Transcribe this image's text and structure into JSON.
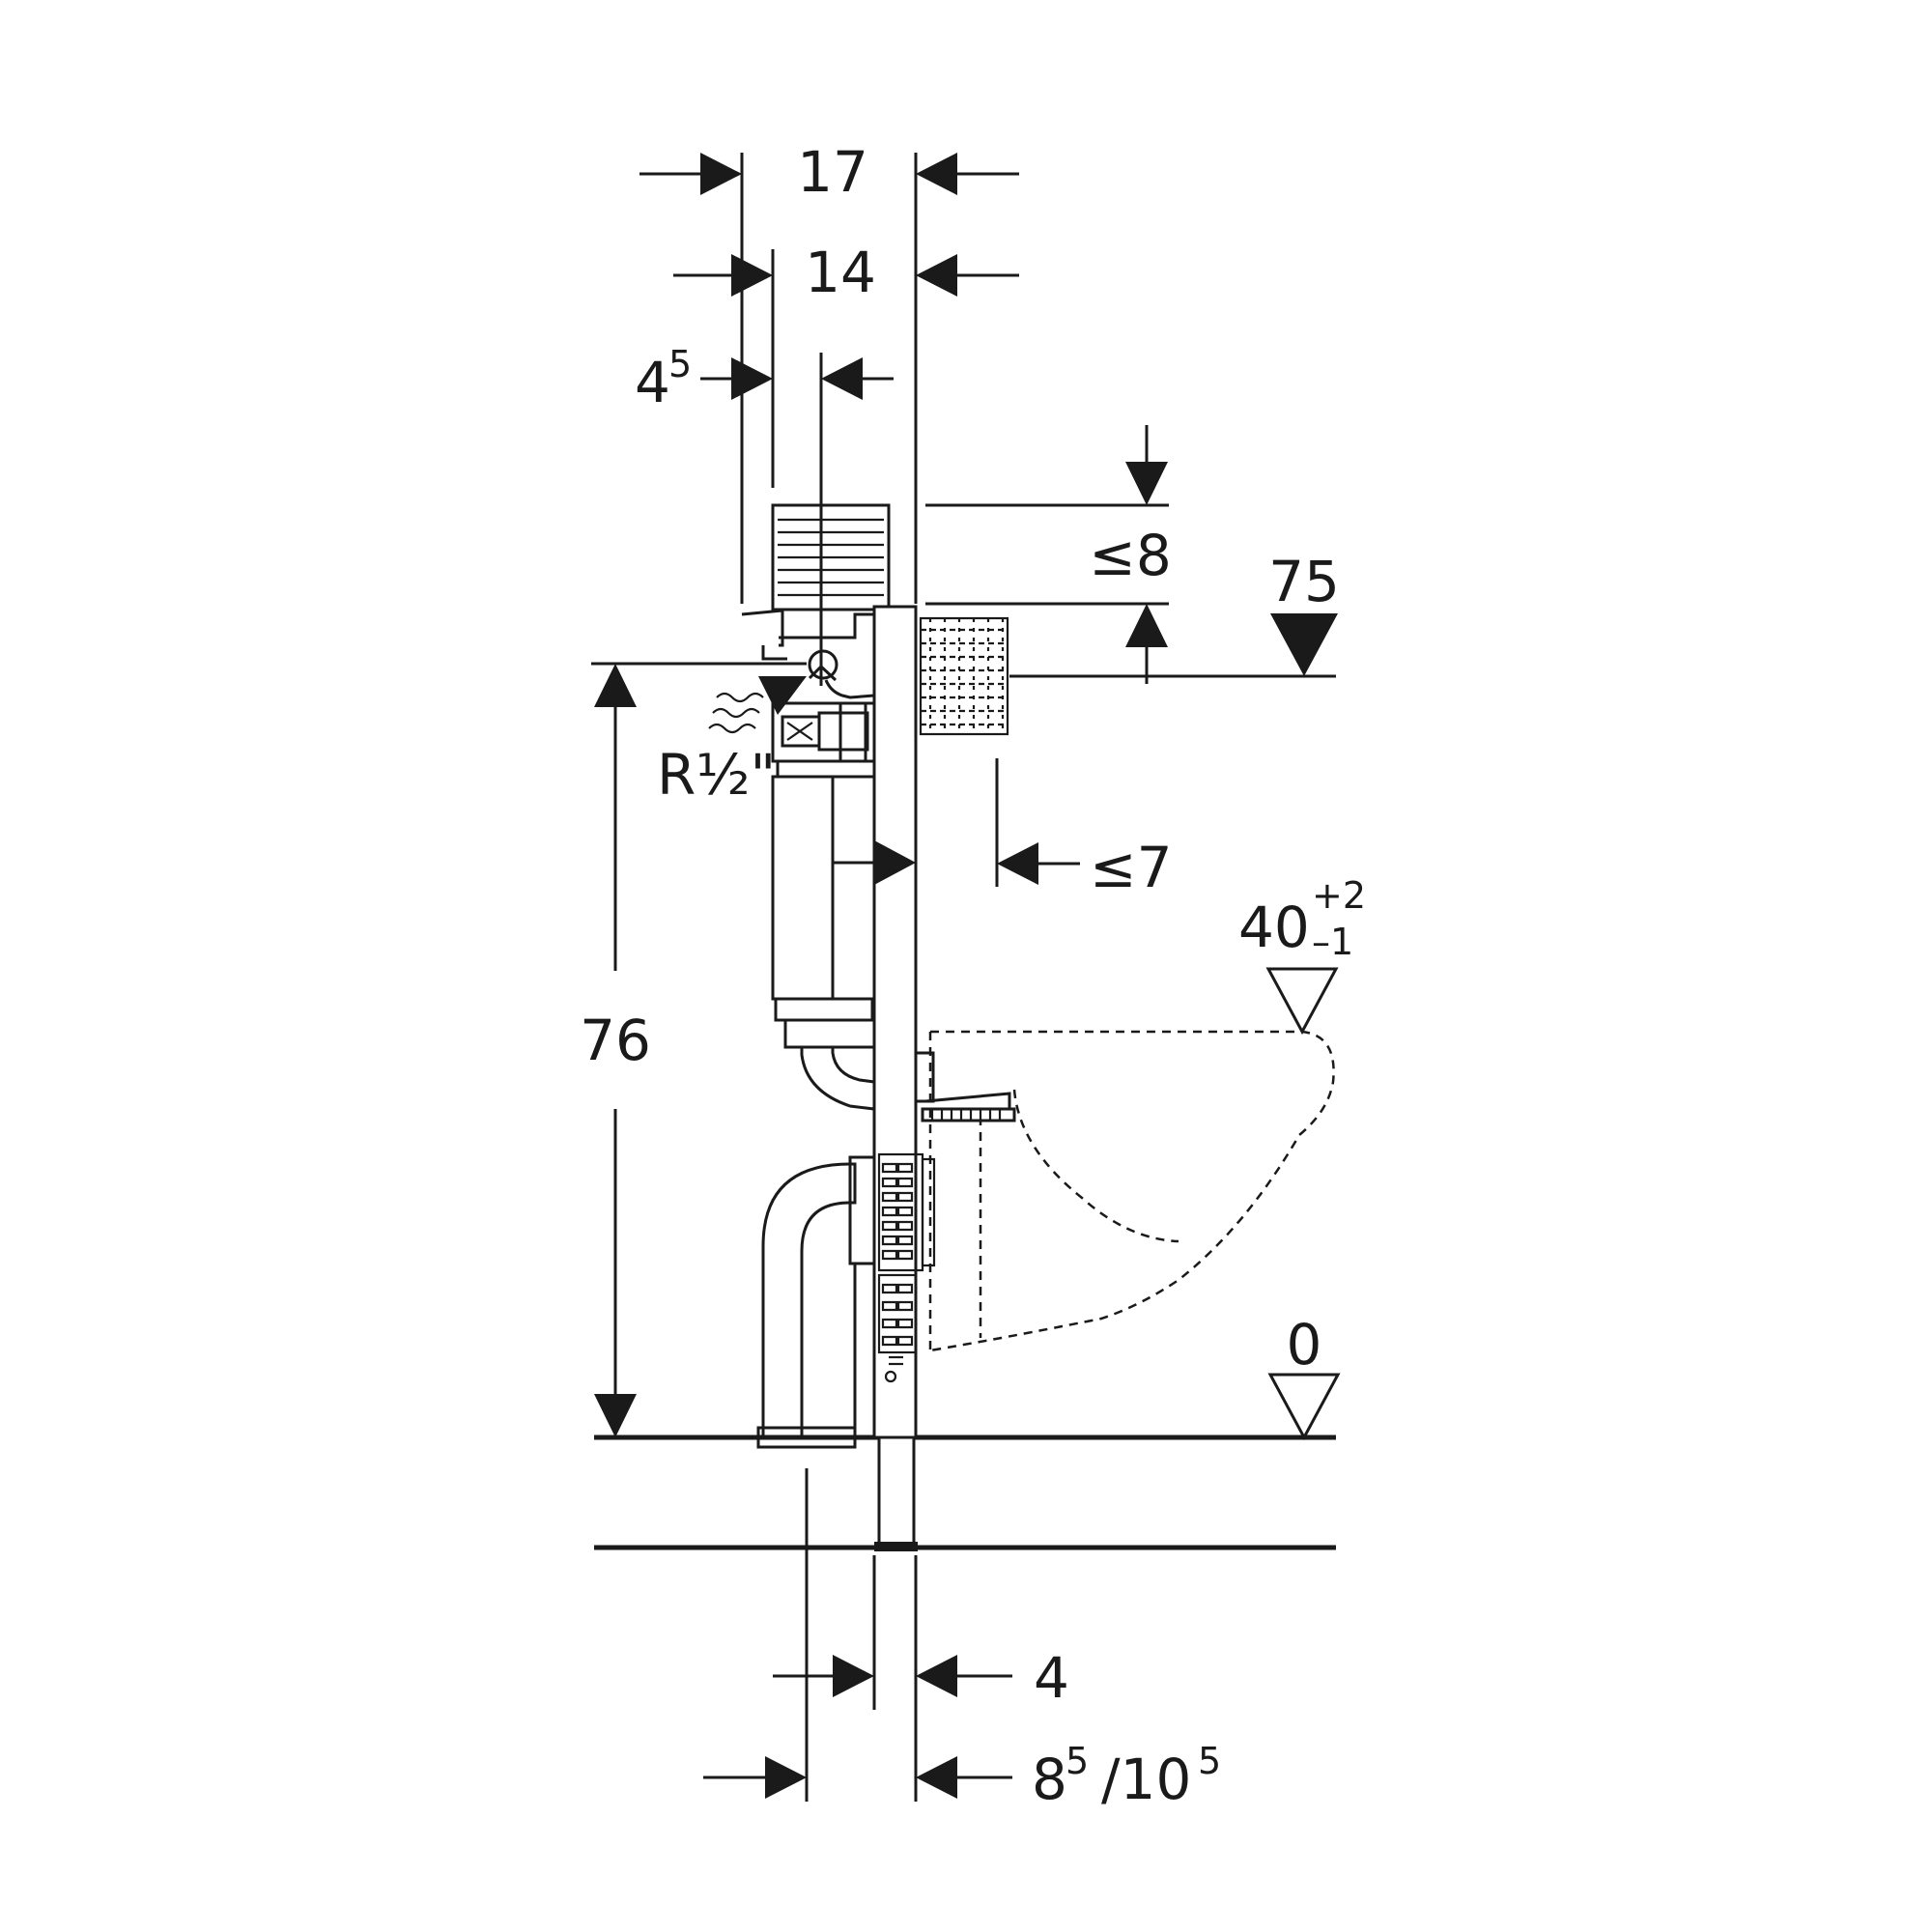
{
  "dimensions": {
    "d17": "17",
    "d14": "14",
    "d4_5_base": "4",
    "d4_5_sup": "5",
    "le8": "≤8",
    "d75": "75",
    "r_half": "R½\"",
    "le7": "≤7",
    "d40_base": "40",
    "d40_plus": "+2",
    "d40_minus": "–1",
    "d76": "76",
    "d0": "0",
    "d4": "4",
    "d85_base": "8",
    "d85_sup": "5",
    "d85_sep": "/10",
    "d105_sup": "5"
  },
  "colors": {
    "ink": "#1a1a1a",
    "background": "#ffffff"
  }
}
